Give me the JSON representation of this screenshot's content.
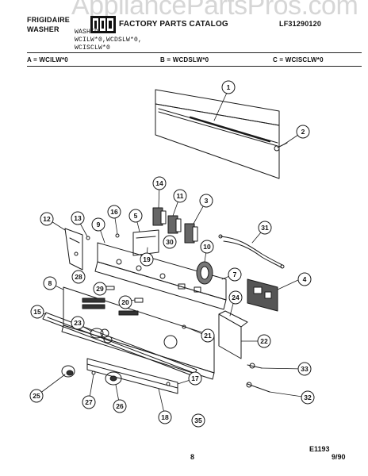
{
  "header": {
    "brand_line1": "FRIGIDAIRE",
    "brand_line2": "WASHER",
    "catalog_title": "FACTORY PARTS CATALOG",
    "catalog_no": "LF31290120",
    "product": "WASHER",
    "models_line1": "WCILW*0,WCDSLW*0,",
    "models_line2": "WCISCLW*0",
    "legend_a": "A = WCILW*0",
    "legend_b": "B = WCDSLW*0",
    "legend_c": "C = WCISCLW*0"
  },
  "watermark": "AppliancePartsPros.com",
  "callouts": [
    "1",
    "2",
    "3",
    "4",
    "5",
    "7",
    "8",
    "9",
    "10",
    "11",
    "12",
    "13",
    "14",
    "15",
    "16",
    "17",
    "18",
    "19",
    "20",
    "21",
    "22",
    "23",
    "24",
    "25",
    "26",
    "27",
    "28",
    "29",
    "30",
    "31",
    "32",
    "33",
    "35"
  ],
  "footer": {
    "figure_code": "E1193",
    "page": "8",
    "date": "9/90"
  }
}
